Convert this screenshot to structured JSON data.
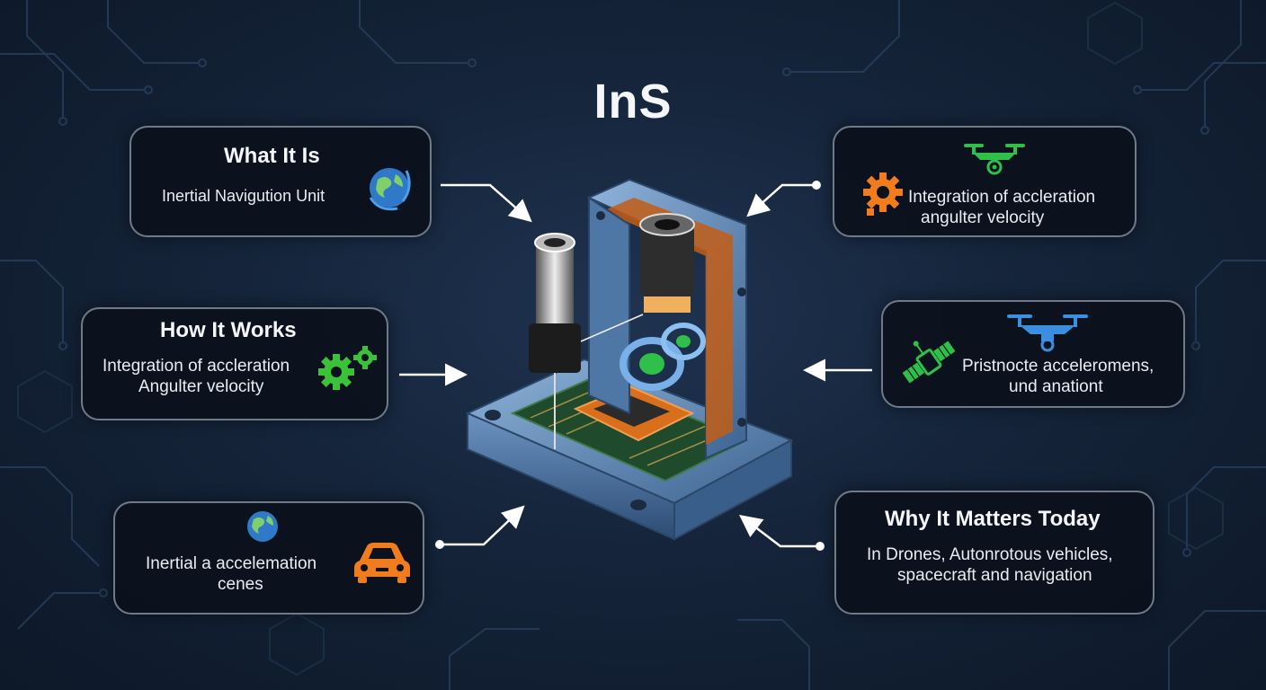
{
  "title": "InS",
  "cards": {
    "what_it_is": {
      "title": "What It Is",
      "text": "Inertial Navigution Unit",
      "icon": "globe-icon"
    },
    "how_it_works": {
      "title": "How It Works",
      "text_line1": "Integration of accleration",
      "text_line2": "Angulter velocity",
      "icon": "gears-icon"
    },
    "bottom_left": {
      "text_line1": "Inertial a accelemation",
      "text_line2": "cenes",
      "icons": [
        "globe-icon",
        "car-icon"
      ]
    },
    "top_right": {
      "text_line1": "Integration of accleration",
      "text_line2": "angulter velocity",
      "icons": [
        "drone-icon",
        "gear-icon"
      ]
    },
    "middle_right": {
      "text_line1": "Pristnocte acceleromens,",
      "text_line2": "und anationt",
      "icons": [
        "drone-icon",
        "satellite-icon"
      ]
    },
    "why_it_matters": {
      "title": "Why It Matters Today",
      "text_line1": "In Drones, Autonrotous vehicles,",
      "text_line2": "spacecraft and navigation"
    }
  },
  "colors": {
    "accent_blue": "#3b8fe0",
    "accent_green": "#2fc04a",
    "accent_orange": "#f07c1e",
    "card_border": "#6f7a88"
  }
}
